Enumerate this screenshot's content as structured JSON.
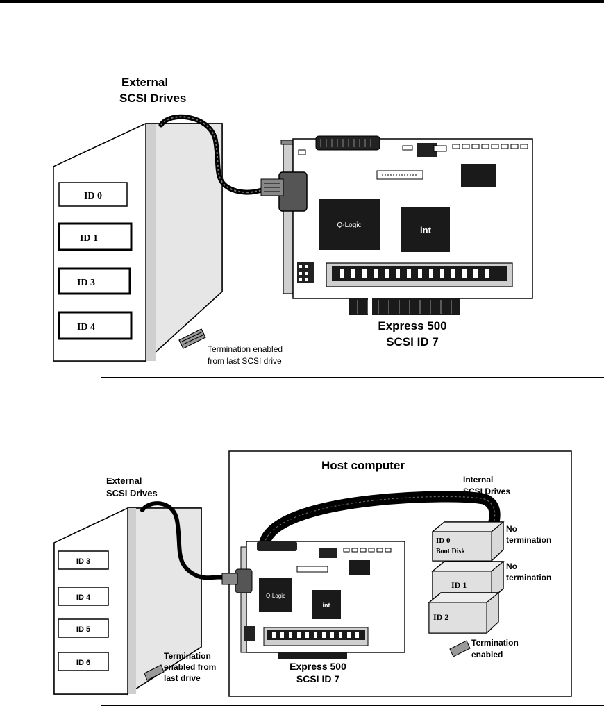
{
  "figure1": {
    "title_line1": "External",
    "title_line2": "SCSI Drives",
    "drives": [
      "ID 0",
      "ID 1",
      "ID 3",
      "ID 4"
    ],
    "chip_label": "Q-Logic",
    "board_label_line1": "Express 500",
    "board_label_line2": "SCSI ID 7",
    "termination_line1": "Termination enabled",
    "termination_line2": "from last SCSI drive"
  },
  "figure2": {
    "host_title": "Host computer",
    "external_line1": "External",
    "external_line2": "SCSI Drives",
    "internal_line1": "Internal",
    "internal_line2": "SCSI Drives",
    "external_drives": [
      "ID 3",
      "ID 4",
      "ID 5",
      "ID 6"
    ],
    "internal_drives": [
      "ID 0",
      "ID 1",
      "ID 2"
    ],
    "boot_disk": "Boot Disk",
    "chip_label": "Q-Logic",
    "board_label_line1": "Express 500",
    "board_label_line2": "SCSI ID 7",
    "no_term_1_line1": "No",
    "no_term_1_line2": "termination",
    "no_term_2_line1": "No",
    "no_term_2_line2": "termination",
    "term_internal_line1": "Termination",
    "term_internal_line2": "enabled",
    "term_external_line1": "Termination",
    "term_external_line2": "enabled from",
    "term_external_line3": "last drive"
  }
}
